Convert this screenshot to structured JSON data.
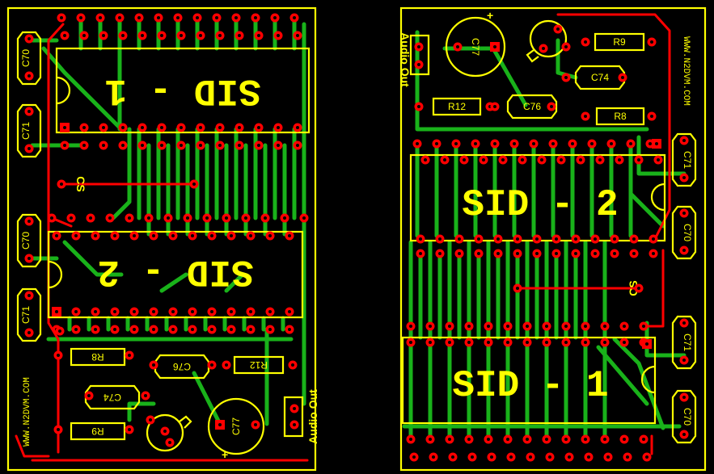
{
  "board": {
    "background": "#000000",
    "colors": {
      "silkscreen": "#ffff00",
      "top_copper": "#ff0000",
      "bottom_copper": "#19b21a"
    }
  },
  "left_board": {
    "chip_top": "SID - 1",
    "chip_bottom": "SID - 2",
    "caps": [
      "C70",
      "C71",
      "C70",
      "C71"
    ],
    "cs": "CS",
    "r8": "R8",
    "r9": "R9",
    "r12": "R12",
    "c74": "C74",
    "c76": "C76",
    "c77": "C77",
    "audio": "Audio Out",
    "url": "WWW.N2DVM.COM"
  },
  "right_board": {
    "chip_top": "SID - 2",
    "chip_bottom": "SID - 1",
    "caps": [
      "C71",
      "C70",
      "C71",
      "C70"
    ],
    "cs": "CS",
    "r8": "R8",
    "r9": "R9",
    "r12": "R12",
    "c74": "C74",
    "c76": "C76",
    "c77": "C77",
    "audio": "Audio Out",
    "url": "WWW.N2DVM.COM"
  }
}
